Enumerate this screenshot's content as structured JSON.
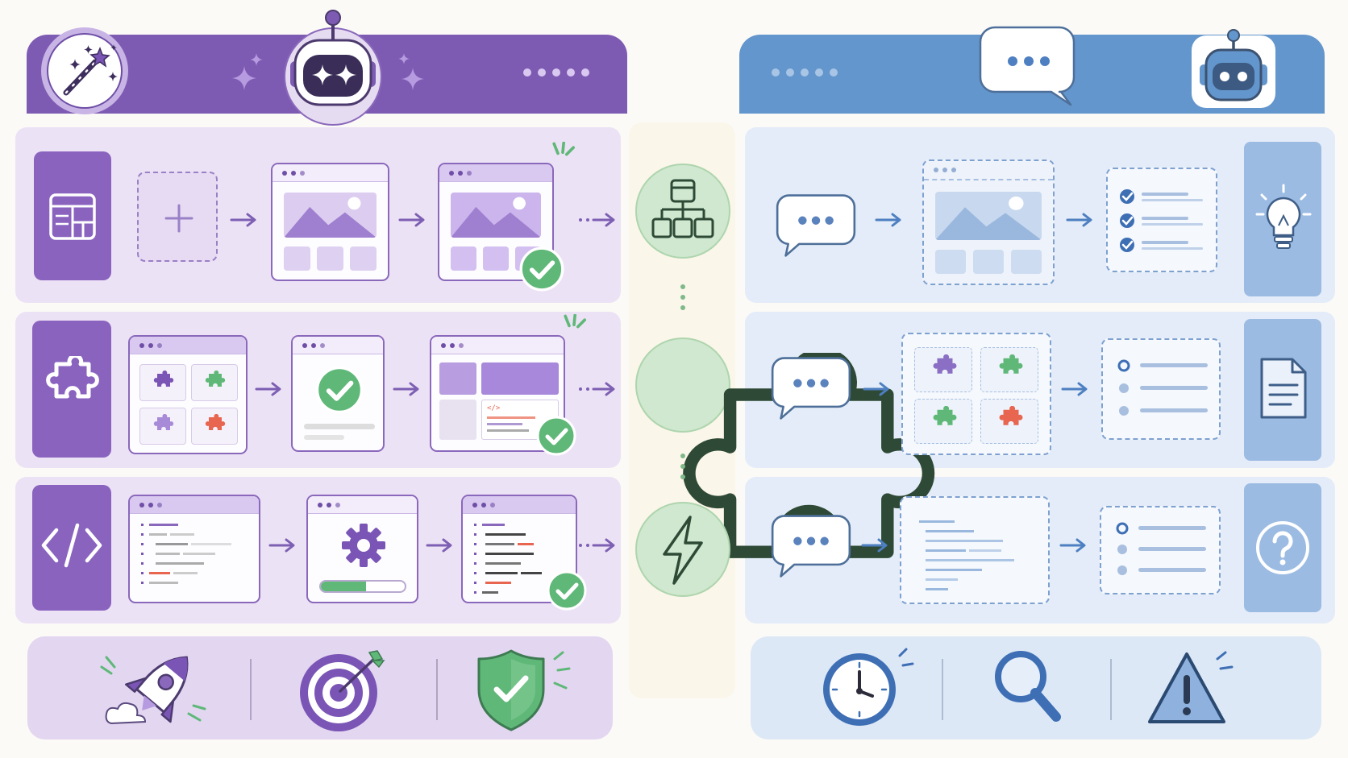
{
  "diagram": {
    "header_left": {
      "label": "ai-builder",
      "icons": [
        "magic-wand-icon",
        "robot-icon",
        "sparkle-icon",
        "more-dots-icon"
      ]
    },
    "header_right": {
      "label": "ai-chat-assistant",
      "icons": [
        "speech-bubble-icon",
        "robot-icon",
        "more-dots-icon"
      ]
    },
    "left_rows": [
      {
        "tile_icon": "layout-grid-icon",
        "steps": [
          "add-placeholder",
          "image-layout-window",
          "completed-window"
        ]
      },
      {
        "tile_icon": "puzzle-icon",
        "steps": [
          "puzzle-grid-window",
          "check-window",
          "code-layout-window"
        ]
      },
      {
        "tile_icon": "code-icon",
        "steps": [
          "code-window",
          "gear-progress-window",
          "completed-code-window"
        ]
      }
    ],
    "center_nodes": [
      "hierarchy-icon",
      "puzzle-icon",
      "lightning-icon"
    ],
    "right_rows": [
      {
        "tile_icon": "lightbulb-icon",
        "steps": [
          "chat-bubble",
          "dashed-image-window",
          "checklist-box"
        ]
      },
      {
        "tile_icon": "document-icon",
        "steps": [
          "chat-bubble",
          "dashed-puzzle-grid",
          "option-list-box"
        ]
      },
      {
        "tile_icon": "question-icon",
        "steps": [
          "chat-bubble",
          "dashed-code-box",
          "option-list-box"
        ]
      }
    ],
    "bottom_left_icons": [
      "rocket-icon",
      "target-icon",
      "shield-check-icon"
    ],
    "bottom_right_icons": [
      "clock-icon",
      "magnifier-icon",
      "warning-icon"
    ],
    "colors": {
      "purple": "#7e5bb3",
      "purple_light": "#ece2f5",
      "blue": "#6396cc",
      "blue_light": "#e3ecf8",
      "green": "#5fb878",
      "green_light": "#d4ebd4",
      "red": "#e8654f"
    }
  }
}
